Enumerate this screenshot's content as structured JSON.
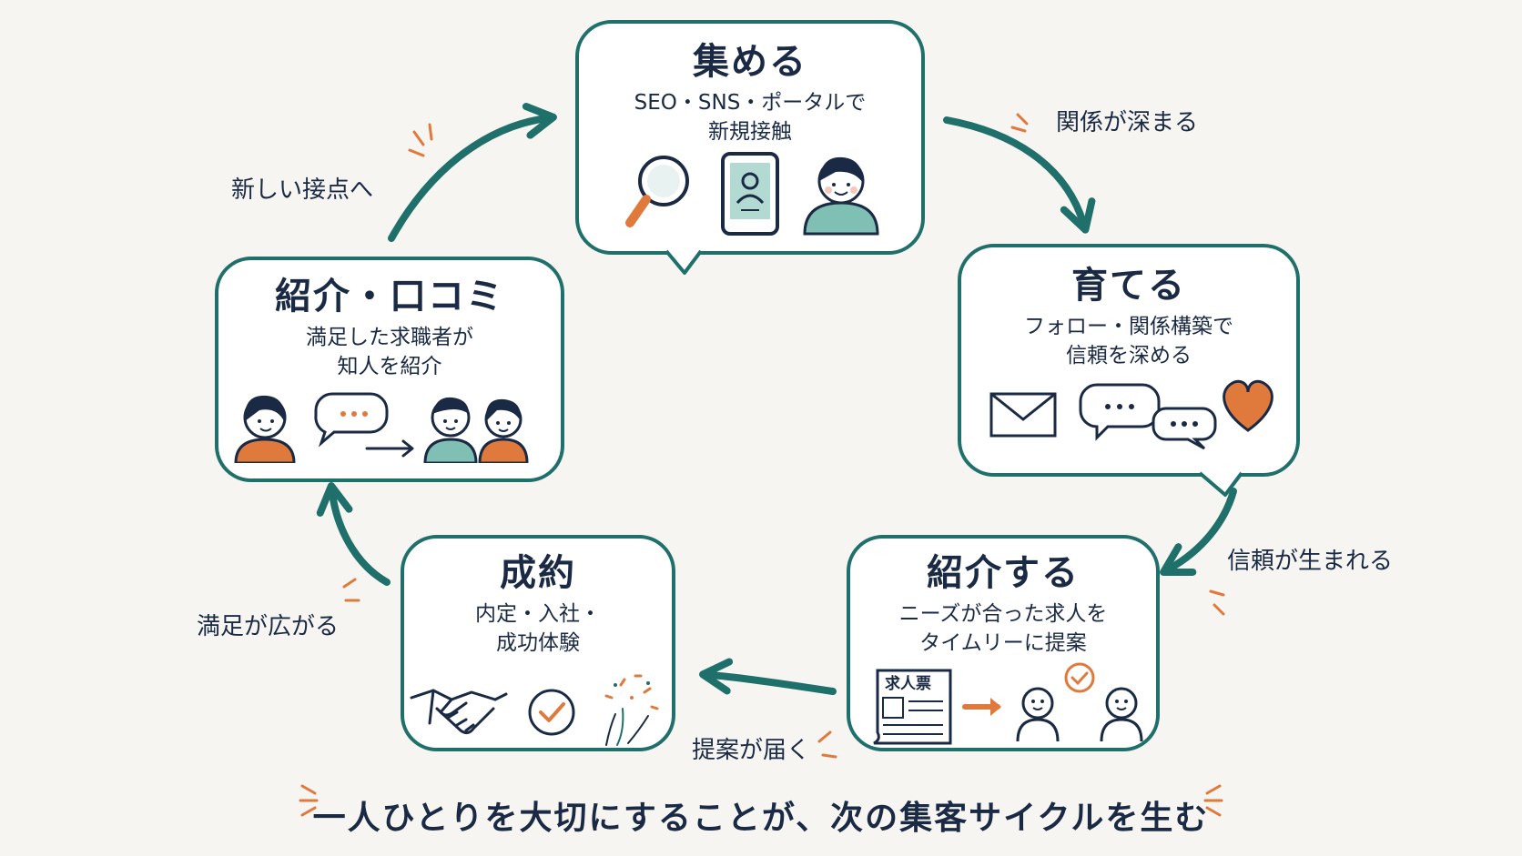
{
  "colors": {
    "teal": "#1f6f6b",
    "orange": "#e07a3c",
    "navy": "#1b2a44",
    "background": "#f6f5f1",
    "fill_teal": "#7fbfb4"
  },
  "nodes": {
    "gather": {
      "title": "集める",
      "desc": "SEO・SNS・ポータルで\n新規接触",
      "icons": [
        "magnifier-icon",
        "smartphone-icon",
        "person-icon"
      ]
    },
    "nurture": {
      "title": "育てる",
      "desc": "フォロー・関係構築で\n信頼を深める",
      "icons": [
        "envelope-icon",
        "chat-bubbles-icon",
        "heart-icon"
      ]
    },
    "introduce": {
      "title": "紹介する",
      "desc": "ニーズが合った求人を\nタイムリーに提案",
      "icons": [
        "job-sheet-icon",
        "arrow-icon",
        "matching-people-icon"
      ],
      "paper_label": "求人票"
    },
    "contract": {
      "title": "成約",
      "desc": "内定・入社・\n成功体験",
      "icons": [
        "handshake-icon",
        "check-icon",
        "confetti-icon"
      ]
    },
    "referral": {
      "title": "紹介・口コミ",
      "desc": "満足した求職者が\n知人を紹介",
      "icons": [
        "person-icon",
        "speech-bubble-icon",
        "friends-icon"
      ]
    }
  },
  "arrow_labels": {
    "gather_to_nurture": "関係が深まる",
    "nurture_to_introduce": "信頼が生まれる",
    "introduce_to_contract": "提案が届く",
    "contract_to_referral": "満足が広がる",
    "referral_to_gather": "新しい接点へ"
  },
  "footer": "一人ひとりを大切にすることが、次の集客サイクルを生む"
}
